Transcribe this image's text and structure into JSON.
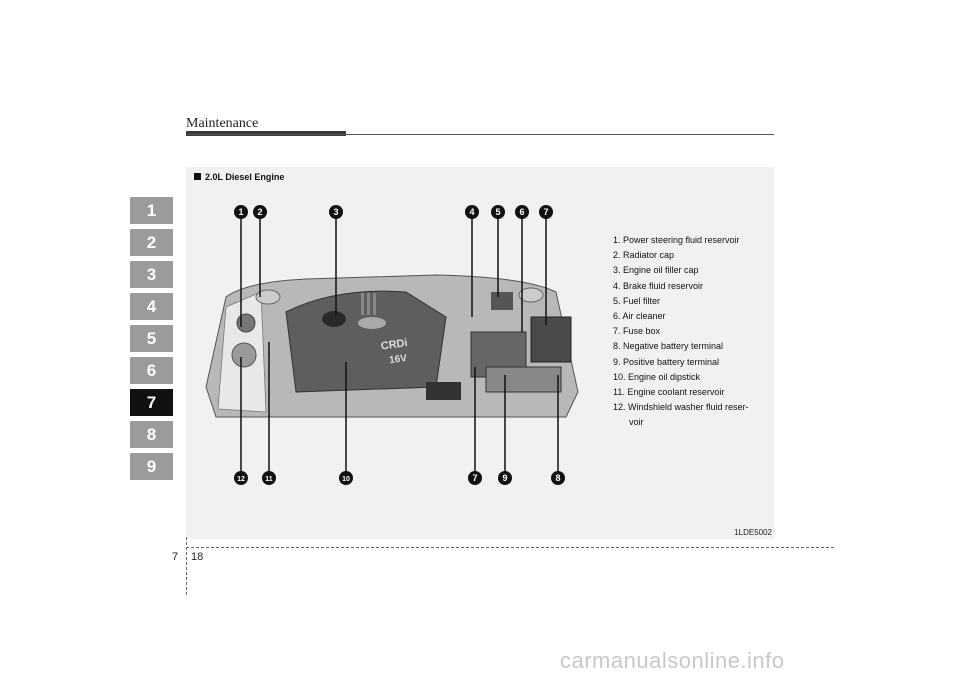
{
  "header": {
    "title": "Maintenance"
  },
  "chapter_tabs": [
    "1",
    "2",
    "3",
    "4",
    "5",
    "6",
    "7",
    "8",
    "9"
  ],
  "active_chapter": "7",
  "figure": {
    "caption": "2.0L Diesel Engine",
    "code": "1LDE5002",
    "engine_cover_text_1": "CRDi",
    "engine_cover_text_2": "16V",
    "callouts_top": [
      "1",
      "2",
      "3",
      "4",
      "5",
      "6",
      "7"
    ],
    "callouts_bottom": [
      "12",
      "11",
      "10",
      "7",
      "9",
      "8"
    ]
  },
  "legend": {
    "items": [
      "1. Power steering fluid reservoir",
      "2. Radiator cap",
      "3. Engine oil filler cap",
      "4. Brake fluid reservoir",
      "5. Fuel filter",
      "6. Air cleaner",
      "7. Fuse box",
      "8. Negative battery terminal",
      "9. Positive battery terminal",
      "10. Engine oil dipstick",
      "11. Engine coolant reservoir",
      "12. Windshield washer fluid reser-"
    ],
    "continuation": "voir"
  },
  "footer": {
    "chapter": "7",
    "page": "18"
  },
  "watermark": "carmanualsonline.info",
  "colors": {
    "tab_inactive": "#9b9b9b",
    "tab_active": "#111111",
    "panel_bg": "#eff1f2"
  }
}
